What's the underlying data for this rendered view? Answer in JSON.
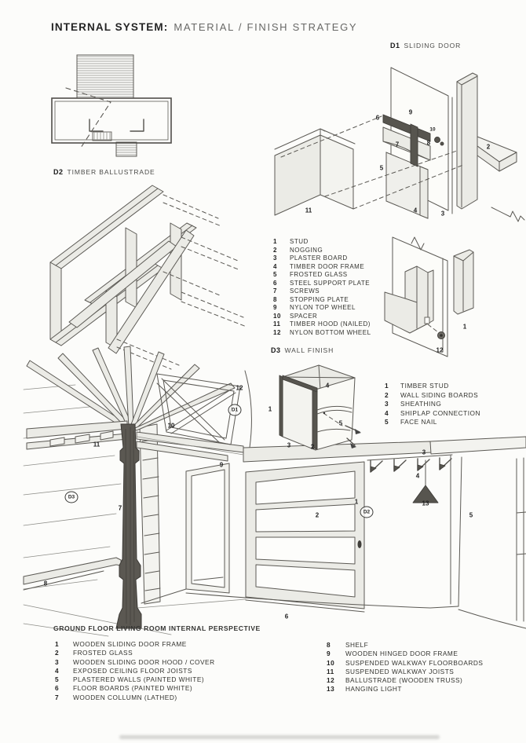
{
  "page": {
    "title_strong": "INTERNAL SYSTEM:",
    "title_rest": "MATERIAL / FINISH STRATEGY"
  },
  "colors": {
    "paper": "#fcfcfa",
    "ink": "#5c5a55",
    "panel_fill": "#ebebe6",
    "dark_fill": "#57554f"
  },
  "d1": {
    "id": "D1",
    "title": "SLIDING DOOR",
    "legend": [
      {
        "n": "1",
        "label": "STUD"
      },
      {
        "n": "2",
        "label": "NOGGING"
      },
      {
        "n": "3",
        "label": "PLASTER BOARD"
      },
      {
        "n": "4",
        "label": "TIMBER DOOR FRAME"
      },
      {
        "n": "5",
        "label": "FROSTED GLASS"
      },
      {
        "n": "6",
        "label": "STEEL SUPPORT PLATE"
      },
      {
        "n": "7",
        "label": "SCREWS"
      },
      {
        "n": "8",
        "label": "STOPPING PLATE"
      },
      {
        "n": "9",
        "label": "NYLON TOP WHEEL"
      },
      {
        "n": "10",
        "label": "SPACER"
      },
      {
        "n": "11",
        "label": "TIMBER HOOD (NAILED)"
      },
      {
        "n": "12",
        "label": "NYLON BOTTOM WHEEL"
      }
    ],
    "callouts": {
      "c1": "1",
      "c2": "2",
      "c3": "3",
      "c4": "4",
      "c5": "5",
      "c6": "6",
      "c7": "7",
      "c8": "8",
      "c9": "9",
      "c10": "10",
      "c11": "11",
      "c12": "12"
    }
  },
  "d2": {
    "id": "D2",
    "title": "TIMBER BALLUSTRADE"
  },
  "d3": {
    "id": "D3",
    "title": "WALL FINISH",
    "legend": [
      {
        "n": "1",
        "label": "TIMBER STUD"
      },
      {
        "n": "2",
        "label": "WALL SIDING BOARDS"
      },
      {
        "n": "3",
        "label": "SHEATHING"
      },
      {
        "n": "4",
        "label": "SHIPLAP CONNECTION"
      },
      {
        "n": "5",
        "label": "FACE NAIL"
      }
    ],
    "callouts": {
      "c1": "1",
      "c2": "2",
      "c3": "3",
      "c4": "4",
      "c5": "5"
    }
  },
  "perspective": {
    "caption": "GROUND FLOOR LIVING ROOM INTERNAL PERSPECTIVE",
    "legend_left": [
      {
        "n": "1",
        "label": "WOODEN SLIDING DOOR FRAME"
      },
      {
        "n": "2",
        "label": "FROSTED GLASS"
      },
      {
        "n": "3",
        "label": "WOODEN SLIDING DOOR HOOD / COVER"
      },
      {
        "n": "4",
        "label": "EXPOSED CEILING FLOOR JOISTS"
      },
      {
        "n": "5",
        "label": "PLASTERED WALLS (PAINTED WHITE)"
      },
      {
        "n": "6",
        "label": "FLOOR BOARDS (PAINTED WHITE)"
      },
      {
        "n": "7",
        "label": "WOODEN COLLUMN (LATHED)"
      }
    ],
    "legend_right": [
      {
        "n": "8",
        "label": "SHELF"
      },
      {
        "n": "9",
        "label": "WOODEN HINGED DOOR FRAME"
      },
      {
        "n": "10",
        "label": "SUSPENDED WALKWAY FLOORBOARDS"
      },
      {
        "n": "11",
        "label": "SUSPENDED WALKWAY JOISTS"
      },
      {
        "n": "12",
        "label": "BALLUSTRADE (WOODEN TRUSS)"
      },
      {
        "n": "13",
        "label": "HANGING LIGHT"
      }
    ],
    "callouts": {
      "c1": "1",
      "c2": "2",
      "c3": "3",
      "c4": "4",
      "c5": "5",
      "c6": "6",
      "c7": "7",
      "c8": "8",
      "c9": "9",
      "c10": "10",
      "c11": "11",
      "c12": "12",
      "c13": "13",
      "cD1": "D1",
      "cD2": "D2",
      "cD3": "D3"
    }
  }
}
